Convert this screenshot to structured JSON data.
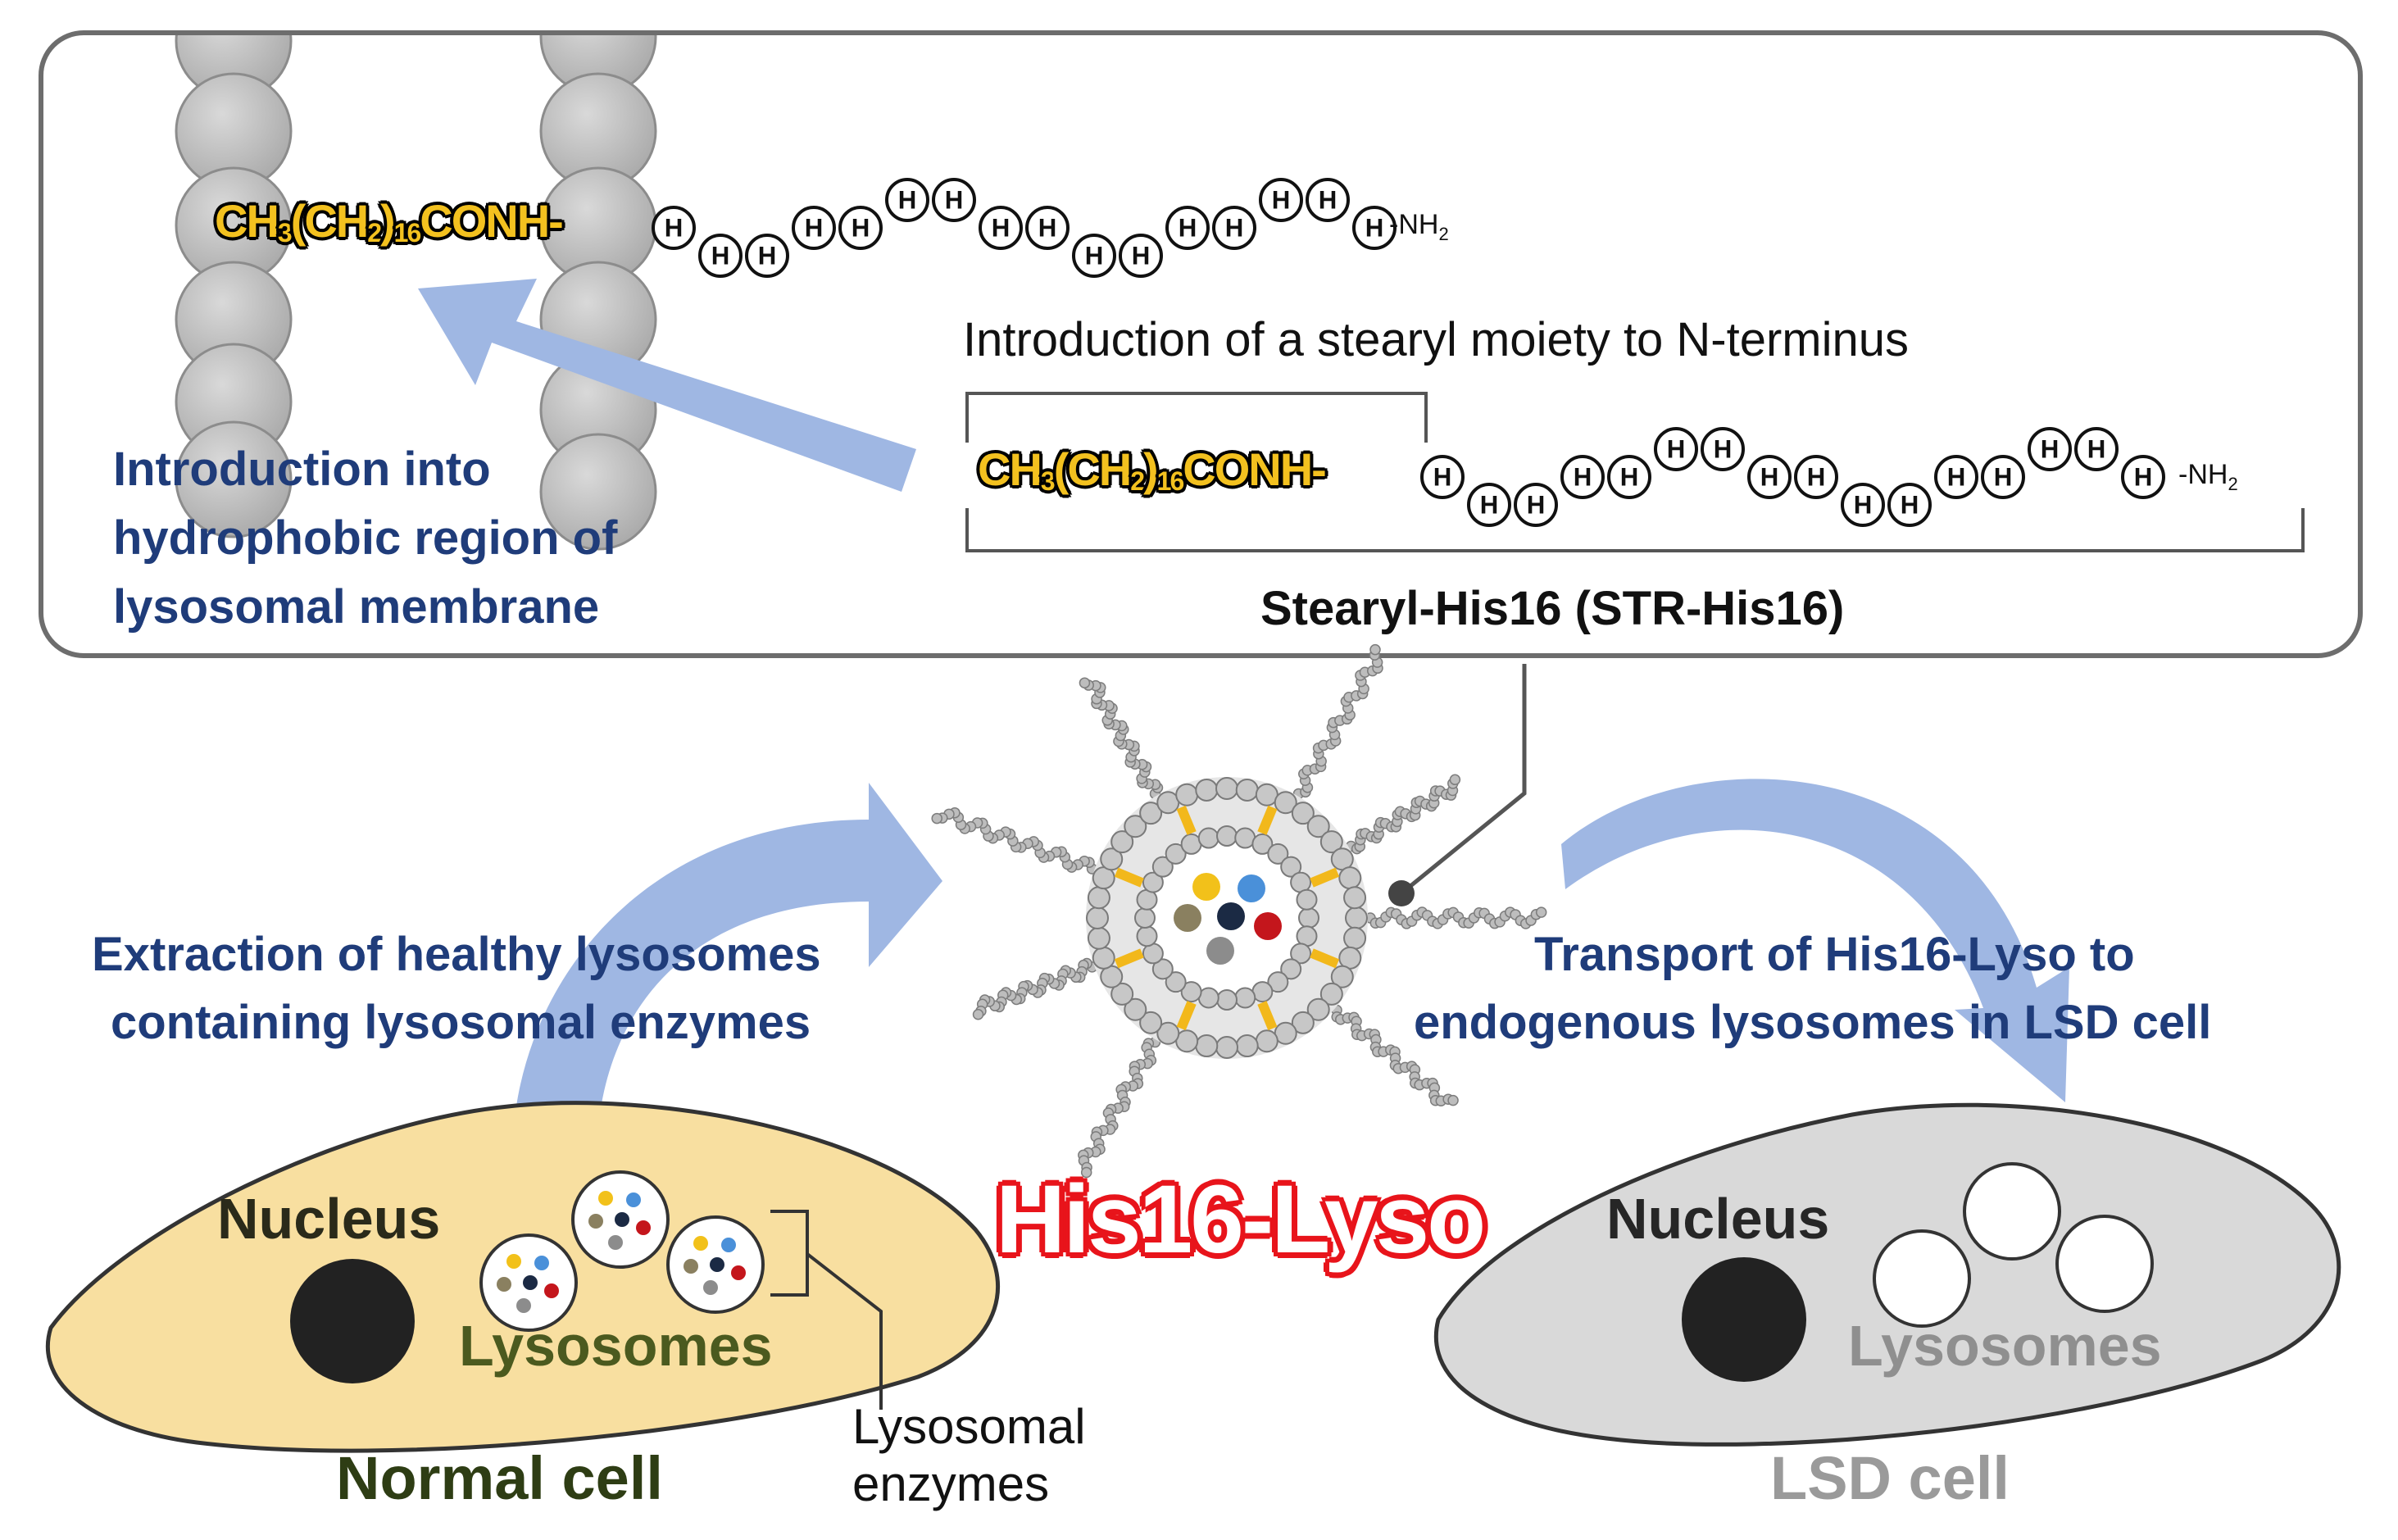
{
  "top_panel": {
    "stearyl_formula": "CH3(CH2)16CONH-",
    "amine_terminus": "-NH2",
    "residue_symbol": "H",
    "step_label": "Introduction of a stearyl moiety to N-terminus",
    "peptide_name": "Stearyl-His16 (STR-His16)",
    "membrane_label_lines": [
      "Introduction into",
      "hydrophobic region of",
      "lysosomal membrane"
    ]
  },
  "left_step": {
    "lines": [
      "Extraction of healthy lysosomes",
      "containing lysosomal enzymes"
    ]
  },
  "right_step": {
    "lines": [
      "Transport of His16-Lyso to",
      "endogenous lysosomes in LSD cell"
    ]
  },
  "center": {
    "product_name": "His16-Lyso"
  },
  "normal_cell": {
    "title": "Normal cell",
    "nucleus_label": "Nucleus",
    "lysosomes_label": "Lysosomes",
    "enzymes_label_lines": [
      "Lysosomal",
      "enzymes"
    ]
  },
  "lsd_cell": {
    "title": "LSD cell",
    "nucleus_label": "Nucleus",
    "lysosomes_label": "Lysosomes"
  },
  "colors": {
    "arrow": "#9fb7e3",
    "navy_text": "#1f3c7a",
    "stearyl_fill": "#f3c11f",
    "product_outline": "#e8141b",
    "normal_cell_fill": "#f8dfa0",
    "lsd_cell_fill": "#d9d9d9",
    "membrane_bead": "#bfbfbf",
    "enzyme_dots": [
      "#f2c11a",
      "#4a90d9",
      "#8a8060",
      "#1b2a44",
      "#c4161c",
      "#8c8c8c"
    ]
  }
}
